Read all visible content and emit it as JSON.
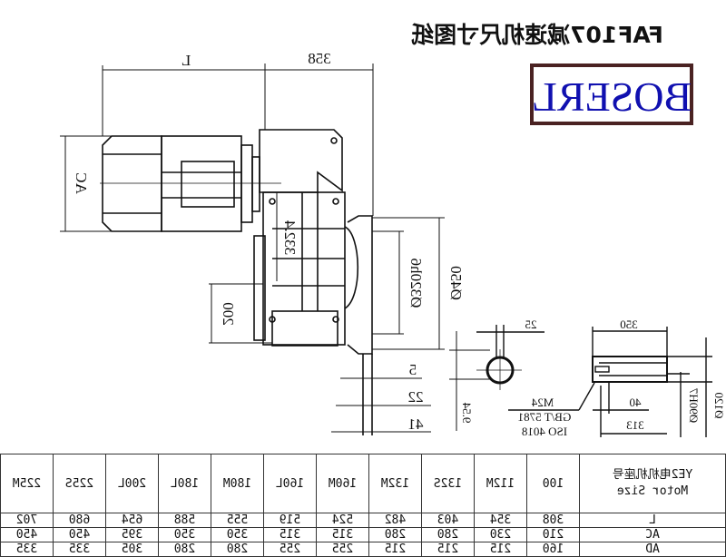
{
  "title": "FAF107减速机尺寸图纸",
  "logo": {
    "text": "BOSERL",
    "border_color": "#4a2222",
    "text_color": "#1010b0"
  },
  "image_mirrored": true,
  "dimensions": {
    "L": "L",
    "d358": "358",
    "AC": "AC",
    "d332": "332.4",
    "d200": "200",
    "d320": "Ø320h6",
    "d450": "Ø450",
    "d5": "5",
    "d22": "22",
    "d41": "41",
    "d954": "9.54",
    "d25": "25",
    "d350": "350",
    "d40": "40",
    "d313": "313",
    "d90": "Ø90H7",
    "d120": "Ø120",
    "m24": "M24",
    "gbt": "GB/T 5781",
    "iso": "ISO 4018"
  },
  "table": {
    "header_cn": "YE2电机机座号",
    "header_en": "Motor Size",
    "columns": [
      "100",
      "112M",
      "132S",
      "132M",
      "160M",
      "160L",
      "180M",
      "180L",
      "200L",
      "225S",
      "225M"
    ],
    "rows": [
      {
        "label": "L",
        "values": [
          "308",
          "354",
          "403",
          "482",
          "524",
          "519",
          "555",
          "588",
          "654",
          "680",
          "702"
        ]
      },
      {
        "label": "AC",
        "values": [
          "210",
          "230",
          "280",
          "280",
          "315",
          "315",
          "350",
          "350",
          "395",
          "450",
          "450"
        ]
      },
      {
        "label": "AD",
        "values": [
          "160",
          "215",
          "215",
          "215",
          "255",
          "255",
          "280",
          "280",
          "305",
          "335",
          "335"
        ]
      }
    ]
  }
}
